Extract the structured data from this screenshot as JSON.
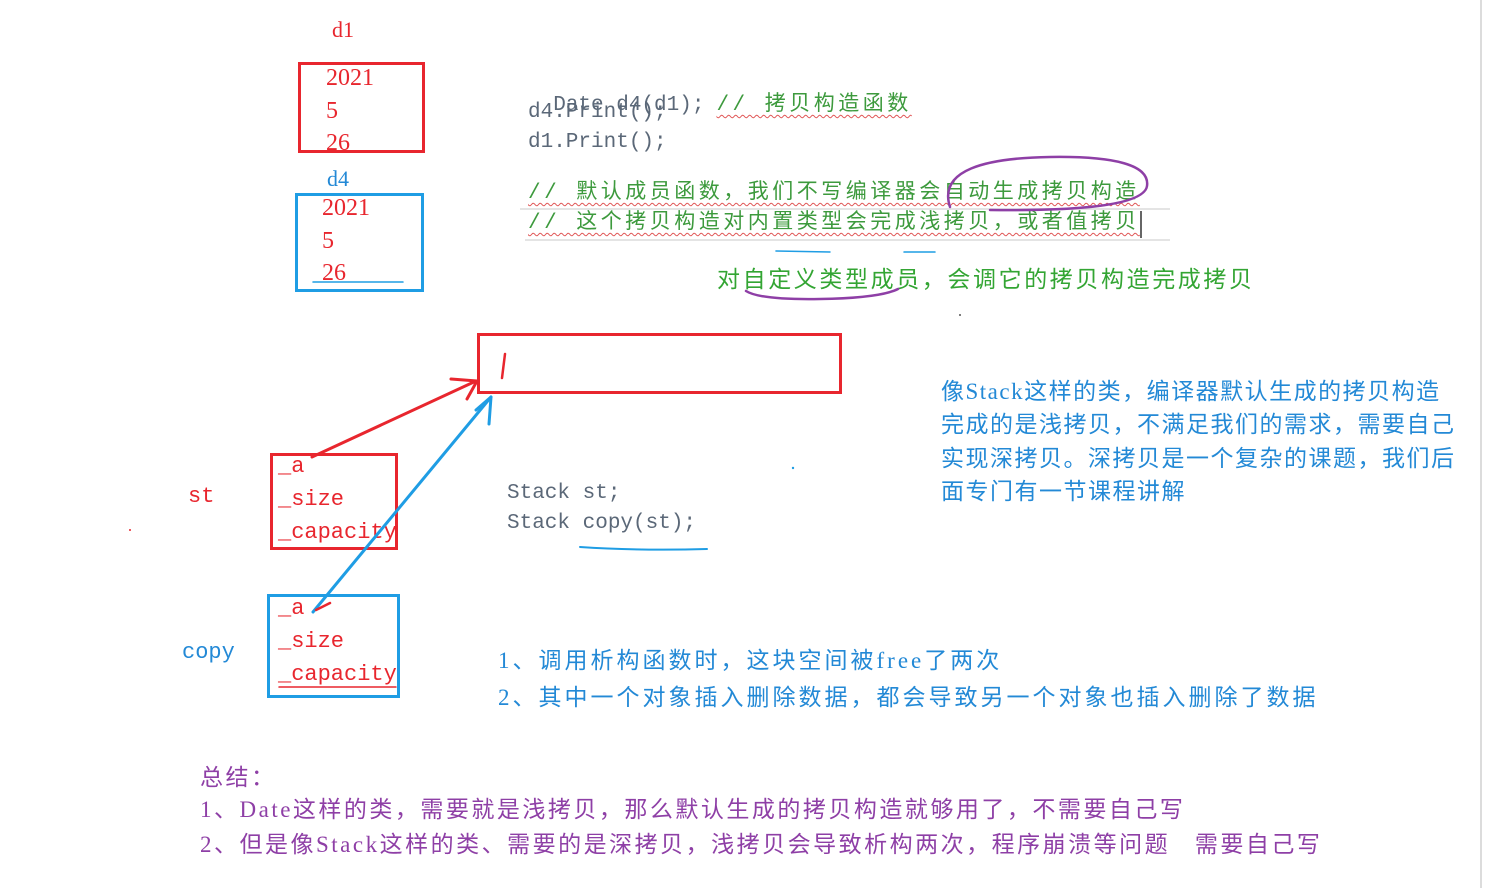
{
  "colors": {
    "red": "#e8262e",
    "box_blue": "#1f9de4",
    "text_blue": "#2389d6",
    "green": "#33a533",
    "comment_green": "#3d9a3d",
    "purple": "#8e3fa6",
    "code_gray": "#5b6878",
    "wavy_red": "#e05555"
  },
  "date_objects": {
    "d1": {
      "label": "d1",
      "values": [
        "2021",
        "5",
        "26"
      ]
    },
    "d4": {
      "label": "d4",
      "values": [
        "2021",
        "5",
        "26"
      ]
    }
  },
  "date_code": {
    "line1_code": "Date d4(d1);",
    "line1_comment": "// 拷贝构造函数",
    "line2": "d4.Print();",
    "line3": "d1.Print();"
  },
  "default_copy_comments": [
    "// 默认成员函数，我们不写编译器会自动生成拷贝构造",
    "// 这个拷贝构造对内置类型会完成浅拷贝，或者值拷贝"
  ],
  "custom_type_note": "对自定义类型成员，会调它的拷贝构造完成拷贝",
  "stack_objects": {
    "st": {
      "label": "st",
      "members": [
        "_a",
        "_size",
        "_capacity"
      ]
    },
    "copy": {
      "label": "copy",
      "members": [
        "_a",
        "_size",
        "_capacity"
      ]
    }
  },
  "stack_code": [
    "Stack st;",
    "Stack copy(st);"
  ],
  "stack_note": [
    "像Stack这样的类，编译器默认生成的拷贝构造",
    "完成的是浅拷贝，不满足我们的需求，需要自己",
    "实现深拷贝。深拷贝是一个复杂的课题，我们后",
    "面专门有一节课程讲解"
  ],
  "shallow_copy_problems": [
    "1、调用析构函数时，这块空间被free了两次",
    "2、其中一个对象插入删除数据，都会导致另一个对象也插入删除了数据"
  ],
  "summary": {
    "title": "总结：",
    "items": [
      "1、Date这样的类，需要就是浅拷贝，那么默认生成的拷贝构造就够用了，不需要自己写",
      "2、但是像Stack这样的类、需要的是深拷贝，浅拷贝会导致析构两次，程序崩溃等问题   需要自己写"
    ]
  }
}
